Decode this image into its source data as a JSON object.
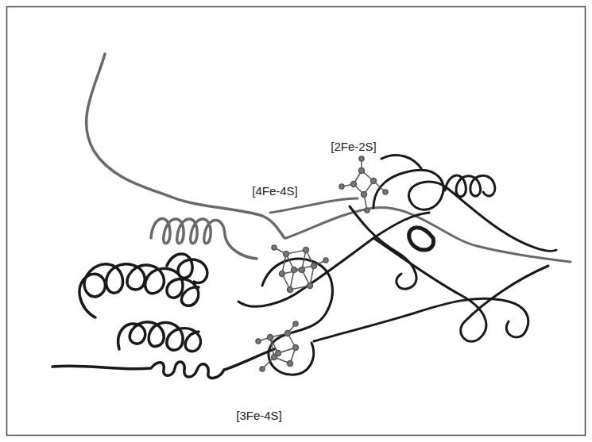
{
  "diagram": {
    "labels": [
      "[2Fe-2S]",
      "[4Fe-4S]",
      "[3Fe-4S]"
    ]
  }
}
